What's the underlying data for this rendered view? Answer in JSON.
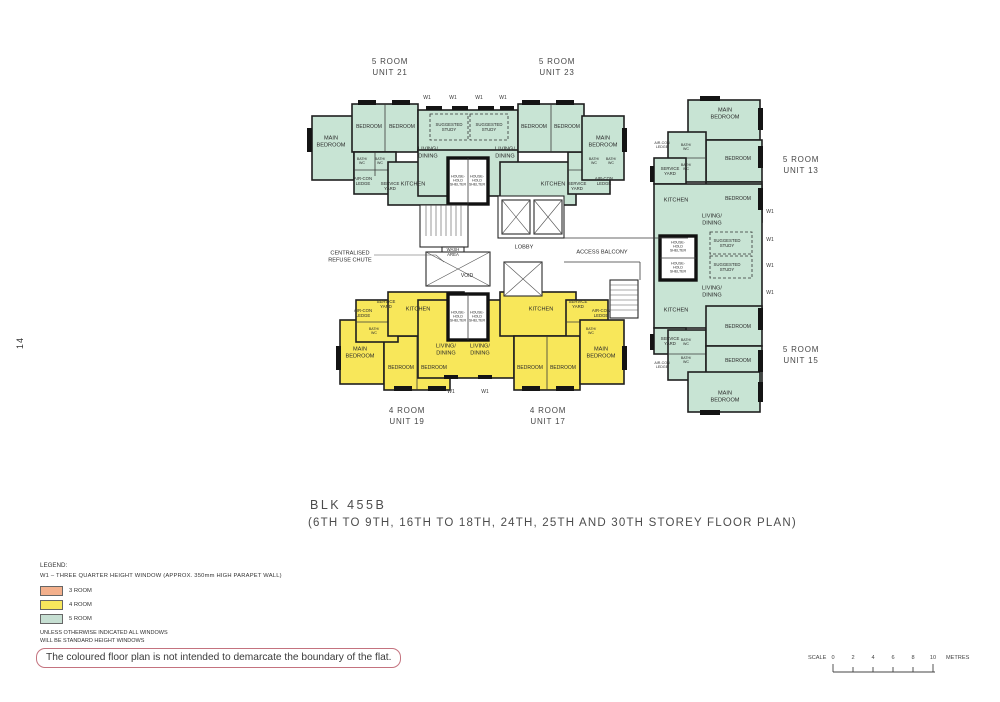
{
  "page": {
    "number": "14"
  },
  "title": {
    "block": "BLK 455B",
    "storeys": "(6TH TO 9TH, 16TH TO 18TH, 24TH, 25TH AND 30TH STOREY FLOOR PLAN)"
  },
  "units": {
    "u21": "5 ROOM\nUNIT 21",
    "u23": "5 ROOM\nUNIT 23",
    "u13": "5 ROOM\nUNIT 13",
    "u15": "5 ROOM\nUNIT 15",
    "u19": "4 ROOM\nUNIT 19",
    "u17": "4 ROOM\nUNIT 17"
  },
  "rooms": {
    "main_bedroom": "MAIN\nBEDROOM",
    "bedroom": "BEDROOM",
    "living_dining": "LIVING/\nDINING",
    "kitchen": "KITCHEN",
    "suggested_study": "SUGGESTED\nSTUDY",
    "household_shelter": "HOUSE-\nHOLD\nSHELTER",
    "bath_wc": "BATH/\nWC",
    "aircon_ledge": "AIR-CON\nLEDGE",
    "service_yard": "SERVICE\nYARD",
    "wash_area": "WASH\nAREA",
    "void": "VOID",
    "lobby": "LOBBY",
    "access_balcony": "ACCESS  BALCONY",
    "refuse_chute": "CENTRALISED\nREFUSE  CHUTE",
    "w1": "W1"
  },
  "legend": {
    "heading": "LEGEND:",
    "w1_note": "W1  –   THREE  QUARTER  HEIGHT  WINDOW  (APPROX.  350mm  HIGH  PARAPET  WALL)",
    "items": [
      {
        "label": "3  ROOM",
        "color": "#f3b08c"
      },
      {
        "label": "4  ROOM",
        "color": "#f8e75c"
      },
      {
        "label": "5  ROOM",
        "color": "#c6dfd2"
      }
    ],
    "windows_note_1": "UNLESS  OTHERWISE  INDICATED  ALL  WINDOWS",
    "windows_note_2": "WILL  BE  STANDARD  HEIGHT  WINDOWS",
    "boundary_note": "The coloured floor plan is not intended to demarcate the boundary of the flat."
  },
  "scale": {
    "label": "SCALE",
    "ticks": [
      "0",
      "2",
      "4",
      "6",
      "8",
      "10"
    ],
    "unit": "METRES"
  },
  "colors": {
    "five_room": "#c8e4d4",
    "four_room": "#f8e75a",
    "three_room": "#f3b08c",
    "wall": "#1f1f1f"
  }
}
